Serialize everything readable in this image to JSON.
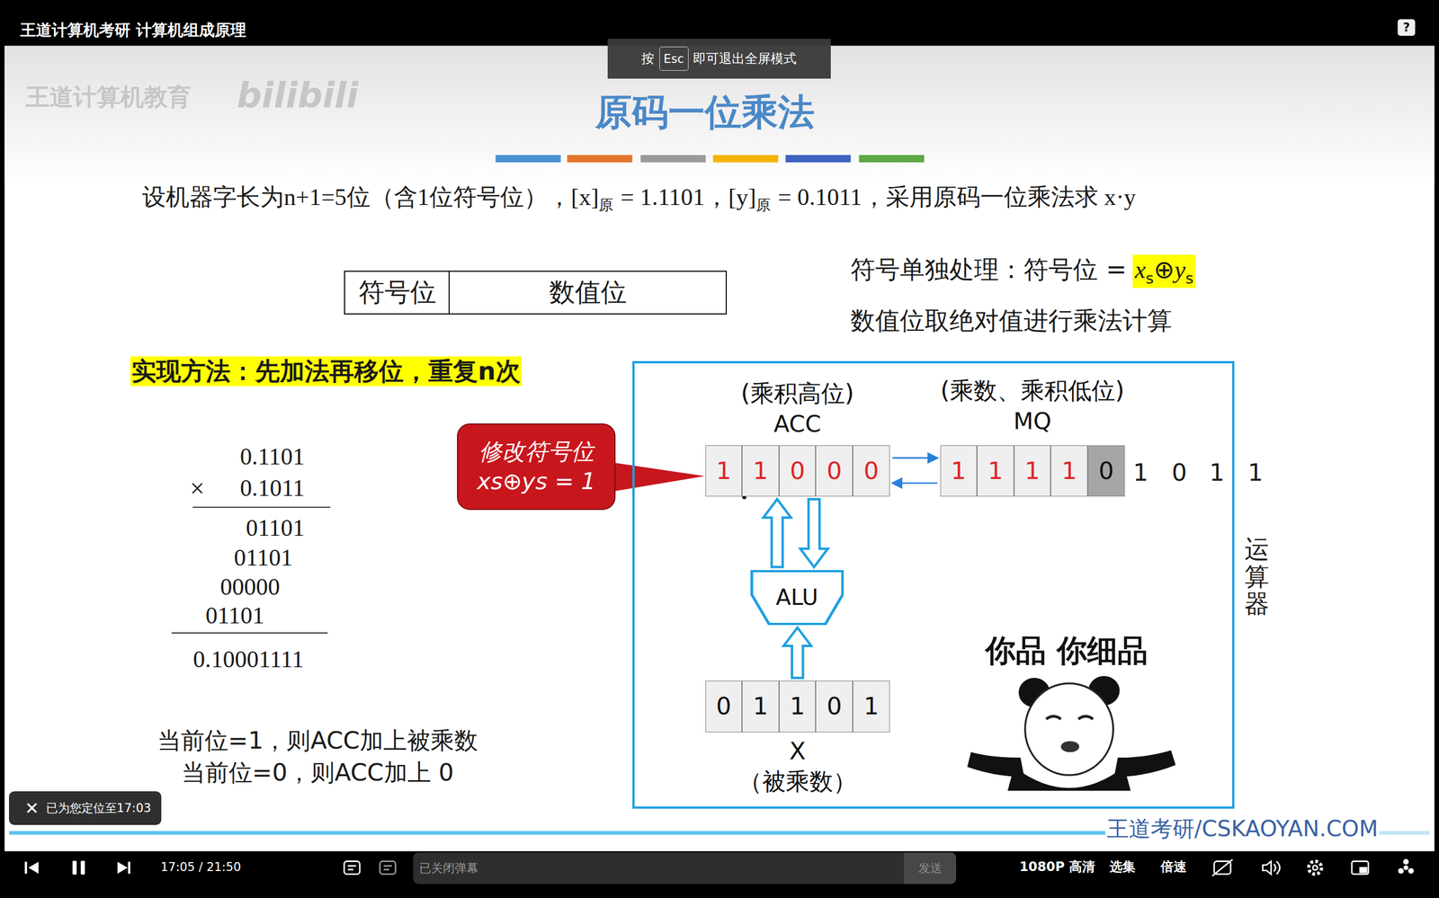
{
  "diagram": {
    "title": "原码一位乘法",
    "nodes": [
      {
        "text": [
          "按",
          "即可退出全屏模式"
        ]
      },
      {
        "text": [
          "Esc"
        ],
        "in": 0
      },
      {
        "text": [
          "符号位"
        ]
      },
      {
        "text": [
          "数值位"
        ]
      },
      {
        "text": [
          "运算器"
        ]
      },
      {
        "text": [
          "(乘积高位)",
          "ACC"
        ],
        "in": 4
      },
      {
        "text": [
          "1"
        ],
        "in": 5
      },
      {
        "text": [
          "1"
        ],
        "in": 5
      },
      {
        "text": [
          "0"
        ],
        "in": 5
      },
      {
        "text": [
          "0"
        ],
        "in": 5
      },
      {
        "text": [
          "0"
        ],
        "in": 5
      },
      {
        "text": [
          "(乘数、乘积低位)",
          "MQ"
        ],
        "in": 4
      },
      {
        "text": [
          "1"
        ],
        "in": 11
      },
      {
        "text": [
          "1"
        ],
        "in": 11
      },
      {
        "text": [
          "1"
        ],
        "in": 11
      },
      {
        "text": [
          "1"
        ],
        "in": 11
      },
      {
        "text": [
          "0"
        ],
        "in": 11
      },
      {
        "text": [
          "修改符号位xs⊕ys = 1"
        ]
      },
      {
        "text": [
          "ALU"
        ],
        "in": 4
      },
      {
        "text": [
          "X",
          "（被乘数）"
        ],
        "in": 4
      },
      {
        "text": [
          "0"
        ],
        "in": 19
      },
      {
        "text": [
          "1"
        ],
        "in": 19
      },
      {
        "text": [
          "1"
        ],
        "in": 19
      },
      {
        "text": [
          "0"
        ],
        "in": 19
      },
      {
        "text": [
          "1"
        ],
        "in": 19
      },
      {
        "text": [
          "已为您定位至17:03"
        ]
      },
      {
        "text": [
          "已关闭弹幕"
        ]
      },
      {
        "text": [
          "发送"
        ]
      }
    ],
    "edges": [
      {
        "from": 5,
        "to": 11,
        "arrow": "to"
      },
      {
        "from": 11,
        "to": 5,
        "arrow": "to"
      },
      {
        "from": 18,
        "to": 5,
        "arrow": "to"
      },
      {
        "from": 5,
        "to": 18,
        "arrow": "to"
      },
      {
        "from": 19,
        "to": 18,
        "arrow": "to"
      }
    ],
    "labels": [
      "王道计算机考研 计算机组成原理",
      "?",
      "王道计算机教育",
      "bilibili",
      "设机器字长为n+1=5位（含1位符号位），[x]",
      "原",
      "= 1.1101，[y]",
      "原",
      "= 0.1011，采用原码一位乘法求 x·y",
      "符号单独处理：符号位 =",
      "x",
      "s",
      "⊕",
      "y",
      "s",
      "数值位取绝对值进行乘法计算",
      "实现方法：先加法再移位，重复n次",
      "0.1101",
      "×",
      "0.1011",
      "01101",
      "01101",
      "00000",
      "01101",
      "0.10001111",
      "当前位=1，则ACC加上被乘数",
      "当前位=0，则ACC加上 0",
      "1",
      "0",
      "1",
      "1",
      "你品 你细品",
      "王道考研/CSKAOYAN.COM",
      "17:05 / 21:50",
      "1080P 高清",
      "选集",
      "倍速"
    ]
  }
}
